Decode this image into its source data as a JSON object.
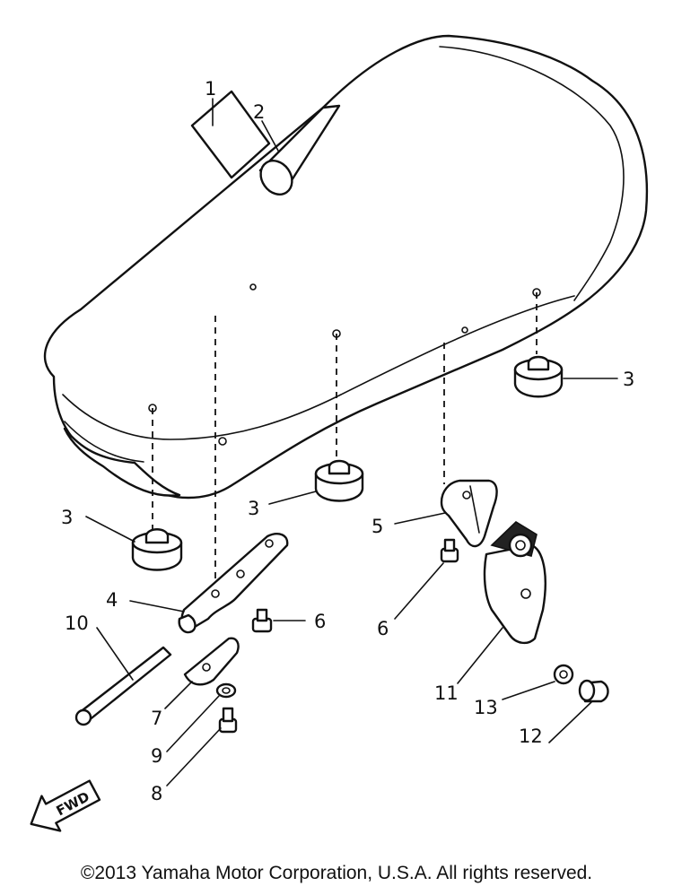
{
  "callouts": [
    {
      "id": "c1",
      "label": "1"
    },
    {
      "id": "c2",
      "label": "2"
    },
    {
      "id": "c3a",
      "label": "3"
    },
    {
      "id": "c3b",
      "label": "3"
    },
    {
      "id": "c3c",
      "label": "3"
    },
    {
      "id": "c4",
      "label": "4"
    },
    {
      "id": "c5",
      "label": "5"
    },
    {
      "id": "c6a",
      "label": "6"
    },
    {
      "id": "c6b",
      "label": "6"
    },
    {
      "id": "c7",
      "label": "7"
    },
    {
      "id": "c8",
      "label": "8"
    },
    {
      "id": "c9",
      "label": "9"
    },
    {
      "id": "c10",
      "label": "10"
    },
    {
      "id": "c11",
      "label": "11"
    },
    {
      "id": "c12",
      "label": "12"
    },
    {
      "id": "c13",
      "label": "13"
    }
  ],
  "fwd_label": "FWD",
  "copyright": "©2013 Yamaha Motor Corporation, U.S.A. All rights reserved."
}
